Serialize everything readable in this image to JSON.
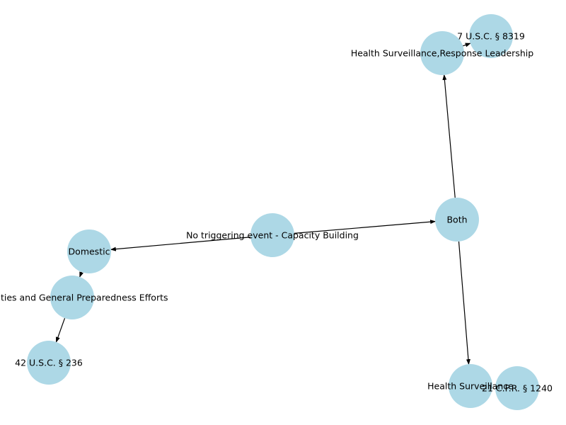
{
  "graph": {
    "node_color": "#add8e6",
    "edge_color": "#000000",
    "nodes": [
      {
        "id": "no_trigger",
        "label": "No triggering event - Capacity Building"
      },
      {
        "id": "both",
        "label": "Both"
      },
      {
        "id": "domestic",
        "label": "Domestic"
      },
      {
        "id": "prep",
        "label": "Activities and General Preparedness Efforts"
      },
      {
        "id": "usc42",
        "label": "42 U.S.C. § 236"
      },
      {
        "id": "hs_resp",
        "label": "Health Surveillance,Response Leadership"
      },
      {
        "id": "usc7",
        "label": "7 U.S.C. § 8319"
      },
      {
        "id": "hs",
        "label": "Health Surveillance"
      },
      {
        "id": "cfr21",
        "label": "21 C.F.R. § 1240"
      }
    ],
    "edges": [
      {
        "from": "no_trigger",
        "to": "both"
      },
      {
        "from": "no_trigger",
        "to": "domestic"
      },
      {
        "from": "both",
        "to": "hs_resp"
      },
      {
        "from": "both",
        "to": "hs"
      },
      {
        "from": "hs_resp",
        "to": "usc7"
      },
      {
        "from": "domestic",
        "to": "prep"
      },
      {
        "from": "prep",
        "to": "usc42"
      }
    ]
  }
}
